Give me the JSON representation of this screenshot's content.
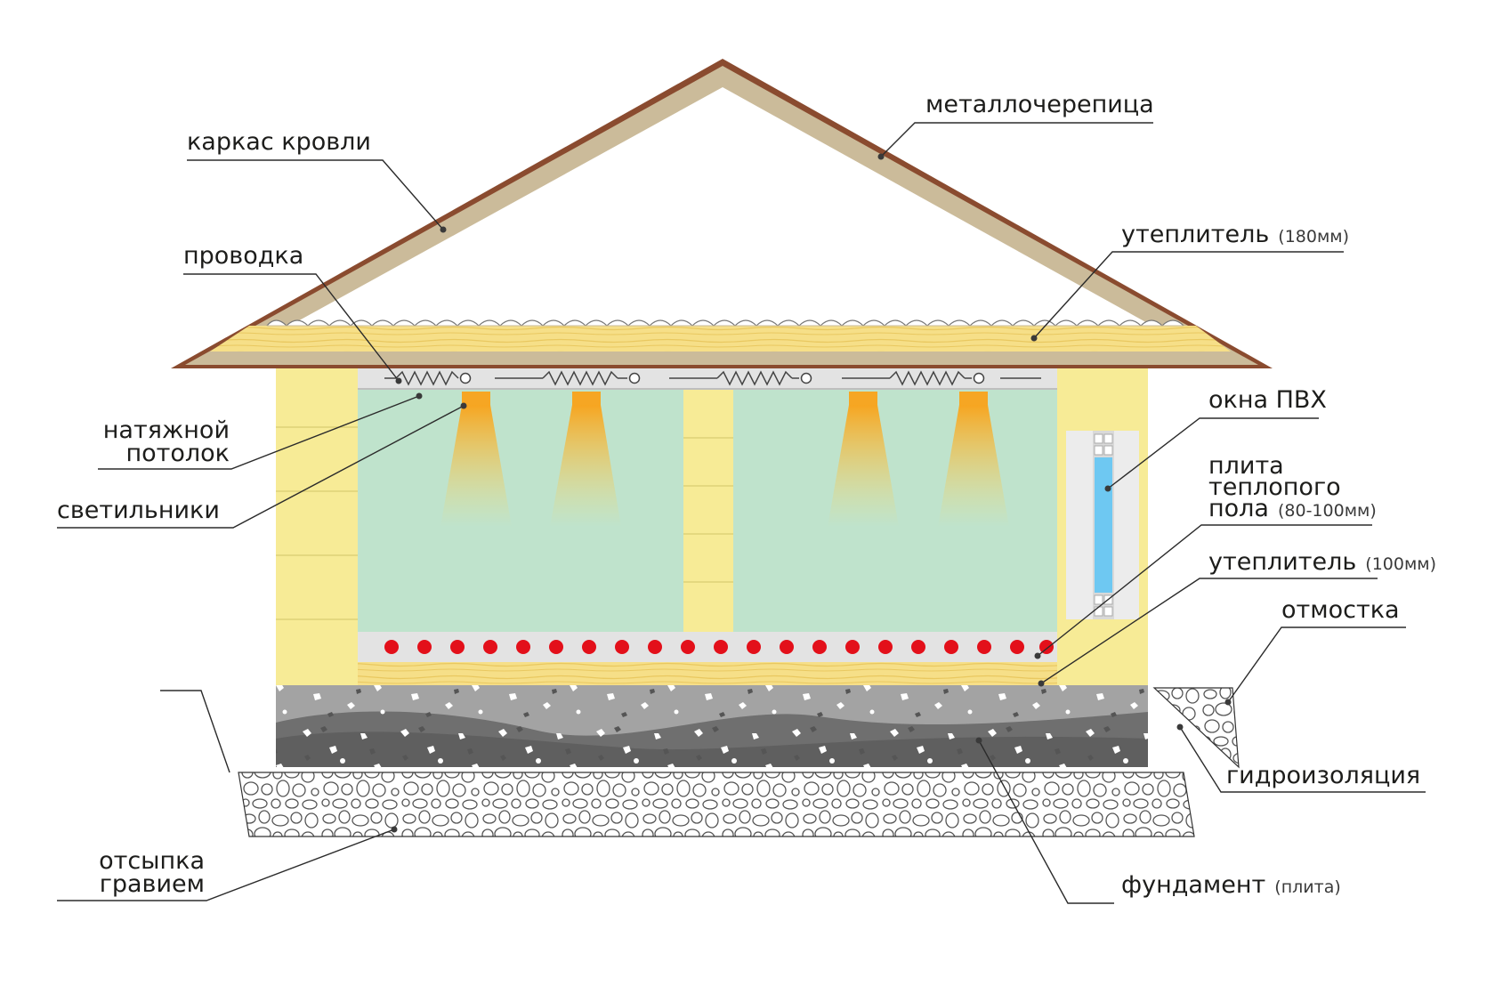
{
  "labels": {
    "roof_frame": "каркас кровли",
    "metal_tile": "металлочерепица",
    "insulation_top_main": "утеплитель",
    "insulation_top_sub": "(180мм)",
    "wiring": "проводка",
    "ceiling_1": "натяжной",
    "ceiling_2": "потолок",
    "lamps": "светильники",
    "windows": "окна ПВХ",
    "floor_plate_1": "плита",
    "floor_plate_2": "теплопого",
    "floor_plate_3": "пола",
    "floor_plate_sub": "(80-100мм)",
    "insulation_bottom_main": "утеплитель",
    "insulation_bottom_sub": "(100мм)",
    "blind_area": "отмостка",
    "waterproofing": "гидроизоляция",
    "gravel_1": "отсыпка",
    "gravel_2": "гравием",
    "foundation_main": "фундамент",
    "foundation_sub": "(плита)"
  },
  "colors": {
    "roof_outer": "#8a4b2f",
    "roof_inner": "#cbbb9a",
    "insulation_yellow": "#f7eb96",
    "wood_yellow": "#f6df88",
    "room_green": "#bfe3cc",
    "ceiling_gray": "#e3e3e3",
    "lamp_orange": "#f6a623",
    "heater_red": "#e3101a",
    "window_blue": "#6ec8f2",
    "concrete_dark": "#6f6f6f",
    "concrete_light": "#a3a3a3"
  }
}
